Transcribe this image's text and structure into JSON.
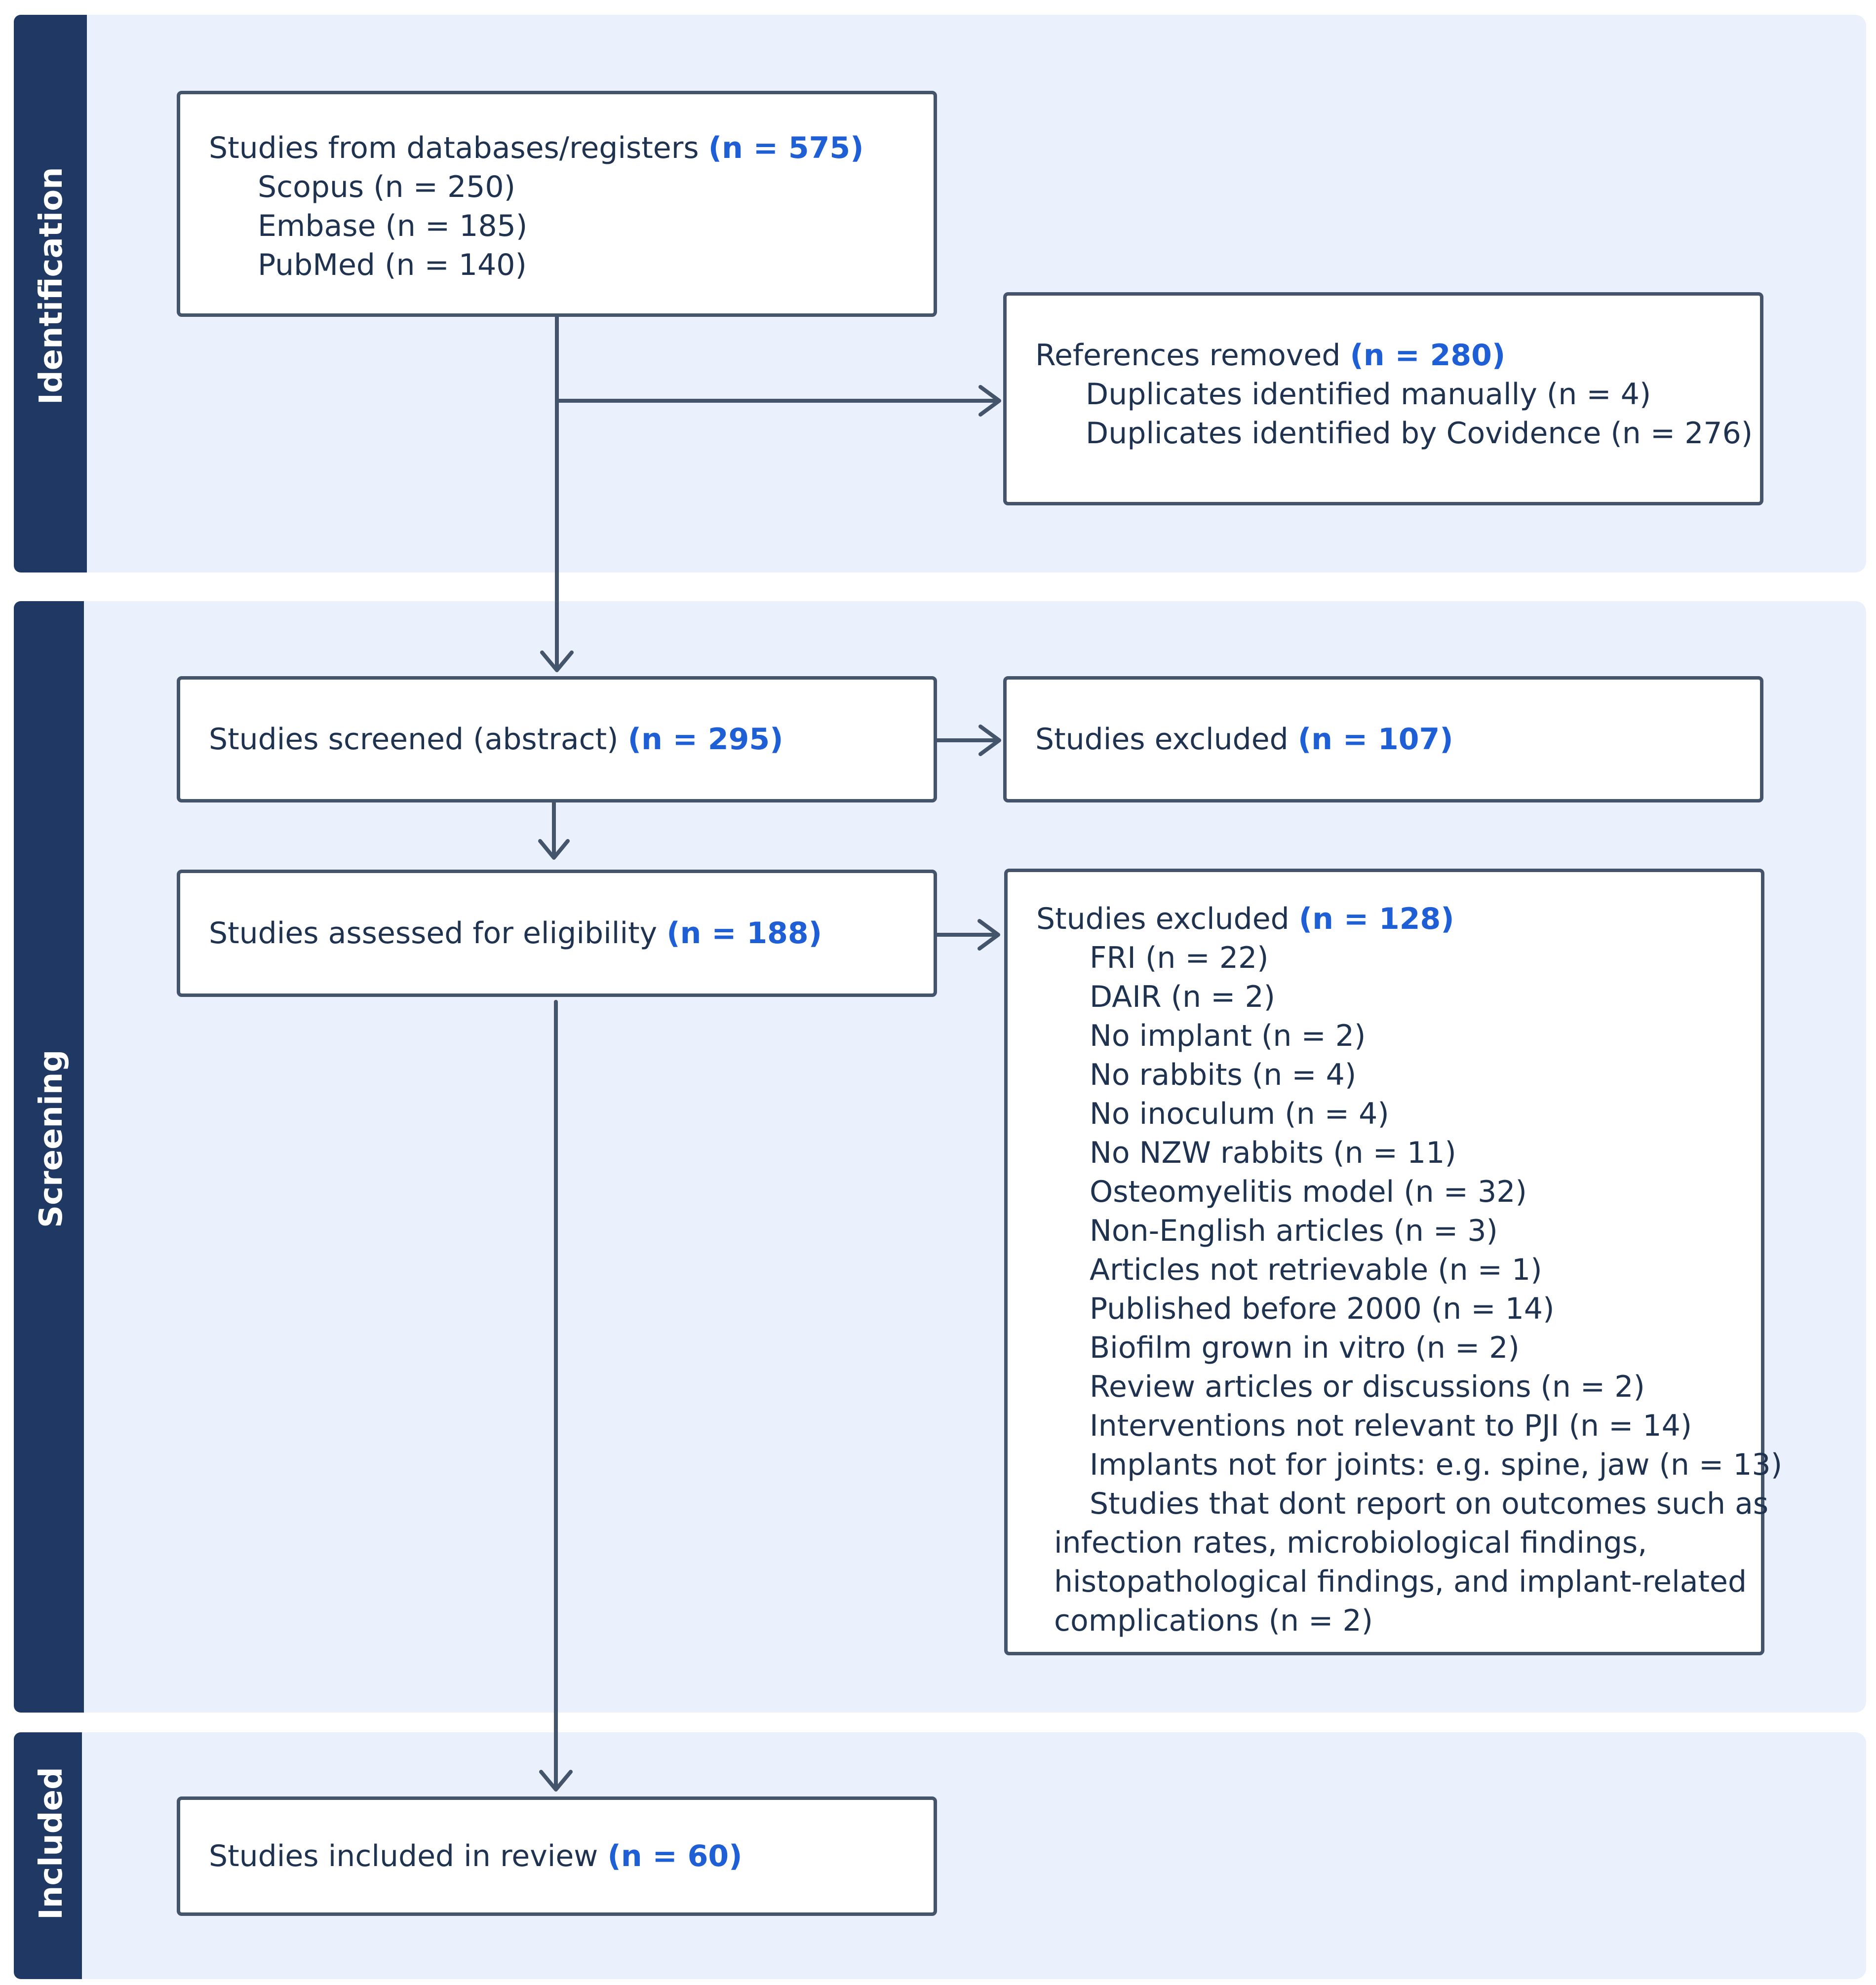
{
  "stages": {
    "identification": "Identification",
    "screening": "Screening",
    "included": "Included"
  },
  "boxes": {
    "databases": {
      "label": "Studies from databases/registers",
      "count": "(n = 575)",
      "items": [
        "Scopus (n = 250)",
        "Embase (n = 185)",
        "PubMed (n = 140)"
      ]
    },
    "removed": {
      "label": "References removed",
      "count": "(n = 280)",
      "items": [
        "Duplicates identified manually (n = 4)",
        "Duplicates identified by Covidence (n = 276)"
      ]
    },
    "screened": {
      "label": "Studies screened (abstract)",
      "count": "(n = 295)"
    },
    "excluded_screen": {
      "label": "Studies excluded",
      "count": "(n = 107)"
    },
    "eligibility": {
      "label": "Studies assessed for eligibility",
      "count": "(n = 188)"
    },
    "excluded_full": {
      "label": "Studies excluded",
      "count": "(n = 128)",
      "items": [
        "FRI (n = 22)",
        "DAIR (n = 2)",
        "No implant (n = 2)",
        "No rabbits (n = 4)",
        "No inoculum (n = 4)",
        "No NZW rabbits (n = 11)",
        "Osteomyelitis model (n = 32)",
        "Non-English articles (n = 3)",
        "Articles not retrievable (n = 1)",
        "Published before 2000 (n = 14)",
        "Biofilm grown in vitro (n = 2)",
        "Review articles or discussions (n = 2)",
        "Interventions not relevant to PJI (n = 14)",
        "Implants not for joints: e.g. spine, jaw (n = 13)",
        "Studies that dont report on outcomes such as"
      ],
      "wrap": [
        "infection rates, microbiological findings,",
        "histopathological findings, and implant-related",
        "complications (n = 2)"
      ]
    },
    "included": {
      "label": "Studies included in review",
      "count": "(n = 60)"
    }
  },
  "colors": {
    "stage_bar": "#1f3864",
    "band": "#eaf1fd",
    "box_border": "#44546a",
    "arrow": "#44546a",
    "count_text": "#1f5fd6"
  }
}
